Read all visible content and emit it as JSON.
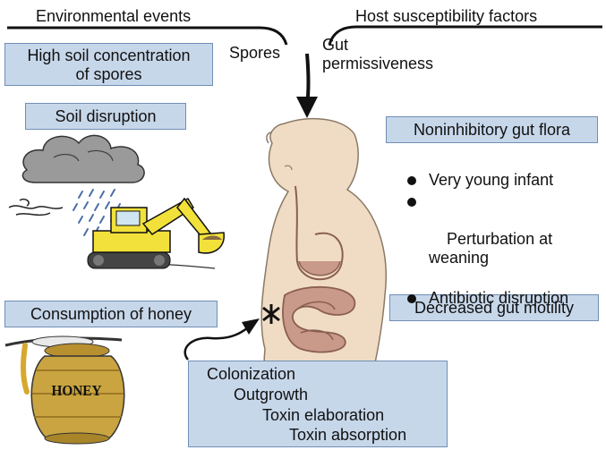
{
  "header": {
    "environmental_events": "Environmental events",
    "host_factors": "Host susceptibility factors",
    "spores": "Spores",
    "gut_permissiveness": "Gut\npermissiveness"
  },
  "left_boxes": {
    "soil_concentration": "High soil concentration\nof spores",
    "soil_disruption": "Soil disruption",
    "honey": "Consumption of honey"
  },
  "right_boxes": {
    "gut_flora": "Noninhibitory gut flora",
    "gut_motility": "Decreased gut motility"
  },
  "bullets": [
    "Very young infant",
    "Perturbation at\nweaning",
    "Antibiotic disruption"
  ],
  "steps": [
    "Colonization",
    "Outgrowth",
    "Toxin elaboration",
    "Toxin absorption"
  ],
  "honey_label": "HONEY",
  "colors": {
    "box_fill": "#c7d7ea",
    "infant_skin": "#f0dcc4",
    "gut": "#c9998a",
    "honey_jar": "#c9a441",
    "excavator": "#f2e13a"
  },
  "icons": [
    "storm-cloud-icon",
    "rain-icon",
    "excavator-icon",
    "honey-jar-icon",
    "infant-icon",
    "toxin-star-icon"
  ]
}
